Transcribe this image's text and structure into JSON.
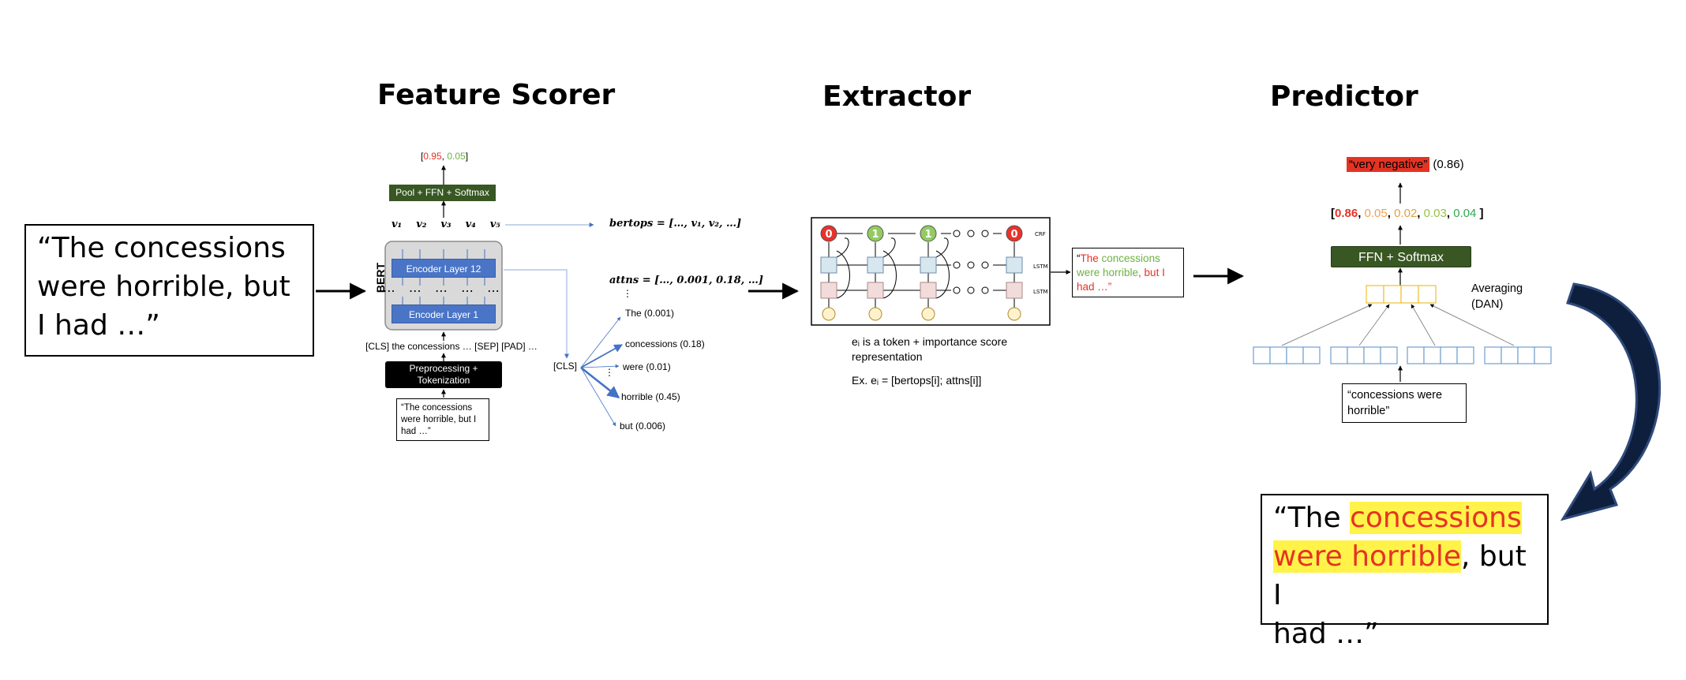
{
  "titles": {
    "feature_scorer": "Feature Scorer",
    "extractor": "Extractor",
    "predictor": "Predictor"
  },
  "input_quote": "“The concessions were horrible, but I had …”",
  "feature_scorer": {
    "output_probs": {
      "open": "[",
      "neg": "0.95",
      "sep": ", ",
      "pos": "0.05",
      "close": "]"
    },
    "pool_block": "Pool + FFN + Softmax",
    "v_labels": [
      "v₁",
      "v₂",
      "v₃",
      "v₄",
      "v₅"
    ],
    "bert_label": "BERT",
    "encoder_top": "Encoder Layer 12",
    "encoder_bottom": "Encoder Layer 1",
    "tokens": "[CLS] the concessions … [SEP] [PAD] …",
    "preprocessing": "Preprocessing + Tokenization",
    "small_input": "“The concessions were horrible, but I had …”",
    "bertops": "bertops = […, v₁, v₂, …]",
    "attns": "attns = […, 0.001, 0.18, …]",
    "cls_label": "[CLS]",
    "attention_items": [
      "The (0.001)",
      "concessions (0.18)",
      "were (0.01)",
      "horrible (0.45)",
      "but (0.006)"
    ]
  },
  "extractor": {
    "crf_label": "CRF",
    "lstm_labels": [
      "LSTM",
      "LSTM"
    ],
    "crf_nodes": [
      "0",
      "1",
      "1",
      "0"
    ],
    "output_quote": {
      "open": "“",
      "the": "The",
      "concessions": "concessions",
      "were_horrible": "were horrible",
      "but_i": ", but I",
      "had": "had …”"
    },
    "caption_line1": "eᵢ is a token + importance score representation",
    "caption_line2": "Ex. eᵢ = [bertops[i]; attns[i]]"
  },
  "predictor": {
    "output_label": "“very negative”",
    "output_score": "(0.86)",
    "probs": [
      "0.86",
      "0.05",
      "0.02",
      "0.03",
      "0.04"
    ],
    "probs_colors": [
      "#e53323",
      "#f0a050",
      "#e0a040",
      "#9ac046",
      "#2fa84f"
    ],
    "ffn_block": "FFN + Softmax",
    "averaging_label": "Averaging (DAN)",
    "input_quote": "“concessions were horrible”"
  },
  "final_output": {
    "before": "“The ",
    "highlight_1": "concessions",
    "highlight_2": "were horrible",
    "after_1": ", but I",
    "after_2": "had …”"
  },
  "colors": {
    "encoder_blue": "#4a75c7",
    "dark_green": "#385723",
    "crf_red": "#e8322a",
    "crf_green": "#92cc61",
    "highlight_yellow": "#fff34a",
    "curved_arrow": "#0e1f3d"
  }
}
